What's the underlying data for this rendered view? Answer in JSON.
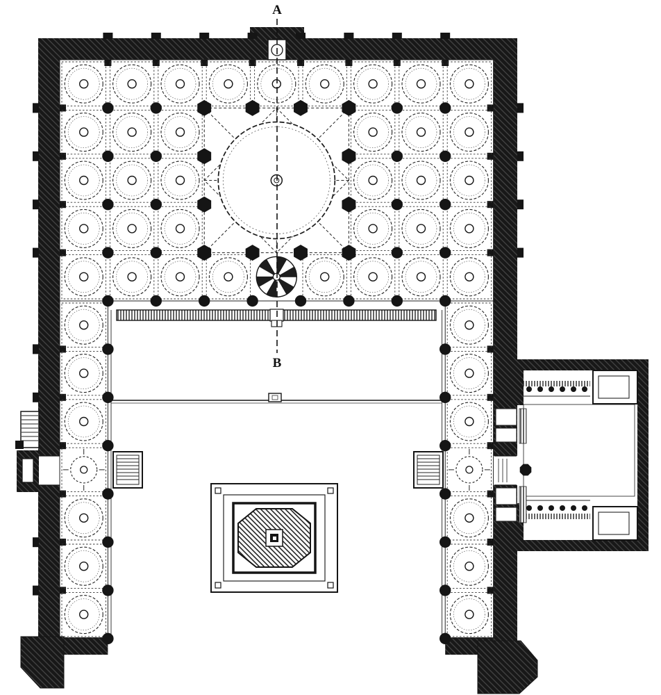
{
  "labels": {
    "section_a": "A",
    "section_b": "B"
  },
  "colors": {
    "ink": "#151515",
    "paper": "#ffffff"
  },
  "plan": {
    "hall_cols": 9,
    "hall_rows": 5,
    "wing_bays": 7,
    "central_dome_piers": 12,
    "annex_portico_columns": 6
  }
}
